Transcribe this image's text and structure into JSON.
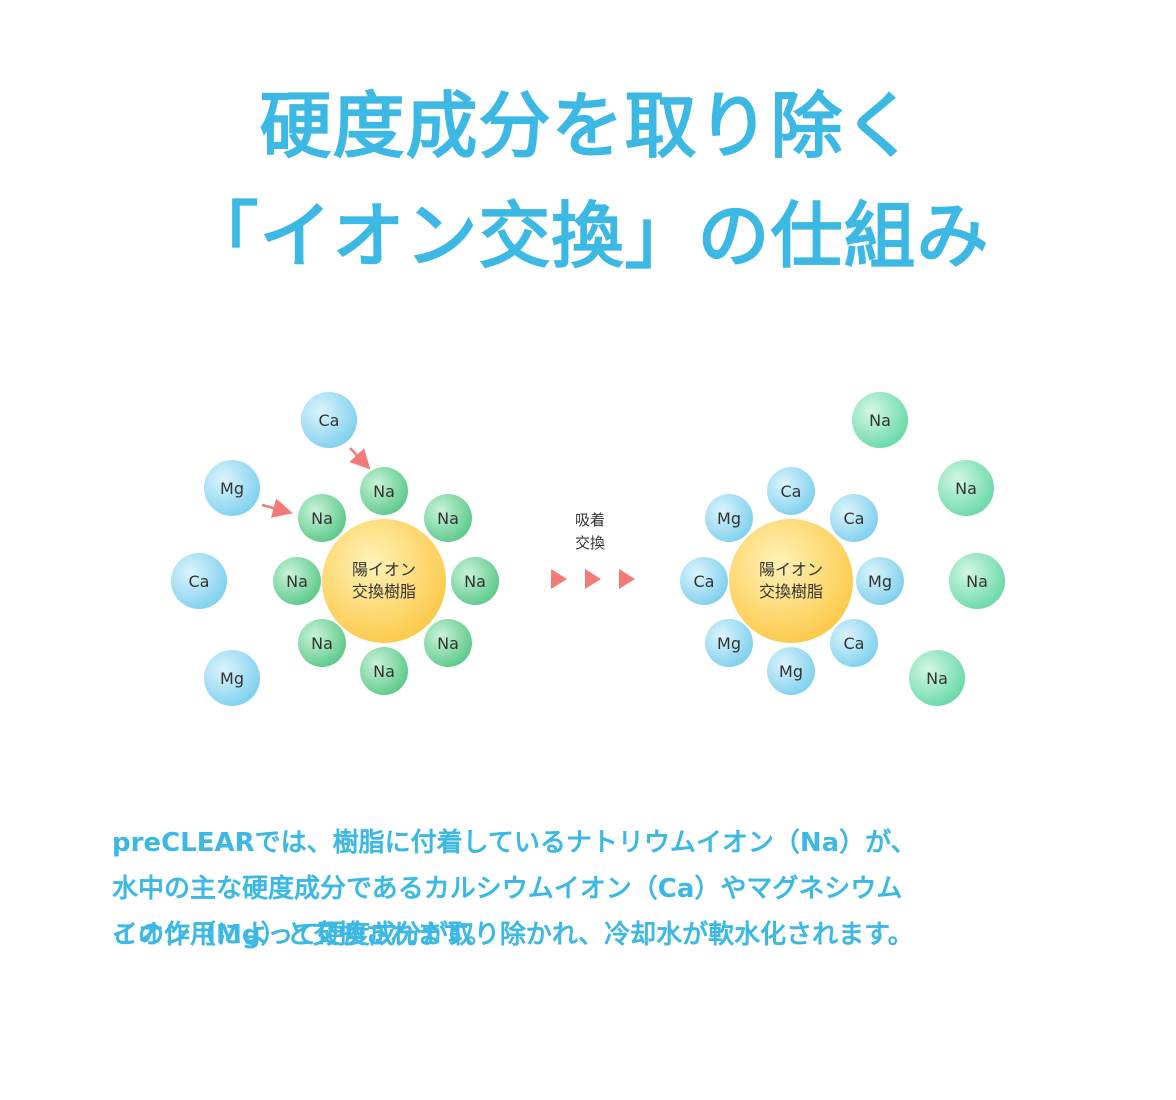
{
  "title": {
    "line1": "硬度成分を取り除く",
    "line2": "「イオン交換」の仕組み"
  },
  "colors": {
    "title": "#3bb8e3",
    "text": "#3bb8e3",
    "na_ion": "#6ccf95",
    "ca_mg_ion": "#8fd6ee",
    "resin": "#ffd25a",
    "arrow": "#f47a78"
  },
  "diagram": {
    "before": {
      "resin_label": [
        "陽イオン",
        "交換樹脂"
      ],
      "bound_ions": [
        "Na",
        "Na",
        "Na",
        "Na",
        "Na",
        "Na",
        "Na",
        "Na"
      ],
      "free_ions": [
        "Ca",
        "Mg",
        "Ca",
        "Mg"
      ]
    },
    "process_label": [
      "吸着",
      "交換"
    ],
    "process_arrow_icon": "triangle-arrow-icon",
    "after": {
      "resin_label": [
        "陽イオン",
        "交換樹脂"
      ],
      "bound_ions": [
        "Ca",
        "Mg",
        "Ca",
        "Mg",
        "Ca",
        "Mg",
        "Mg",
        "Ca"
      ],
      "free_ions": [
        "Na",
        "Na",
        "Na",
        "Na"
      ]
    }
  },
  "description": {
    "paragraph1": [
      "preCLEARでは、樹脂に付着しているナトリウムイオン（Na）が、",
      "水中の主な硬度成分であるカルシウムイオン（Ca）やマグネシウム",
      "イオン（Mg）と交換されます。"
    ],
    "paragraph2": "この作用によって硬度成分が取り除かれ、冷却水が軟水化されます。"
  }
}
